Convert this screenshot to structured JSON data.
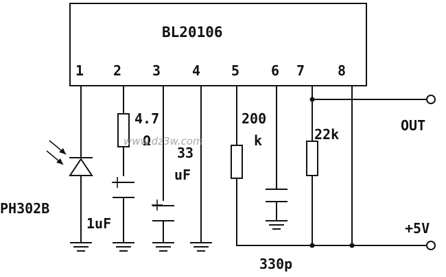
{
  "chip": {
    "name": "BL20106",
    "pins": [
      "1",
      "2",
      "3",
      "4",
      "5",
      "6",
      "7",
      "8"
    ]
  },
  "components": {
    "photodiode": "PH302B",
    "resistor_pin2": [
      "4.7",
      "Ω"
    ],
    "cap_pin2": "1uF",
    "cap_pin3": [
      "33",
      "uF"
    ],
    "resistor_pin5": [
      "200",
      "k"
    ],
    "cap_pin6": "330p",
    "resistor_pin7": "22k"
  },
  "terminals": {
    "out": "OUT",
    "vcc": "+5V"
  },
  "watermark": "www.dz3w.com"
}
